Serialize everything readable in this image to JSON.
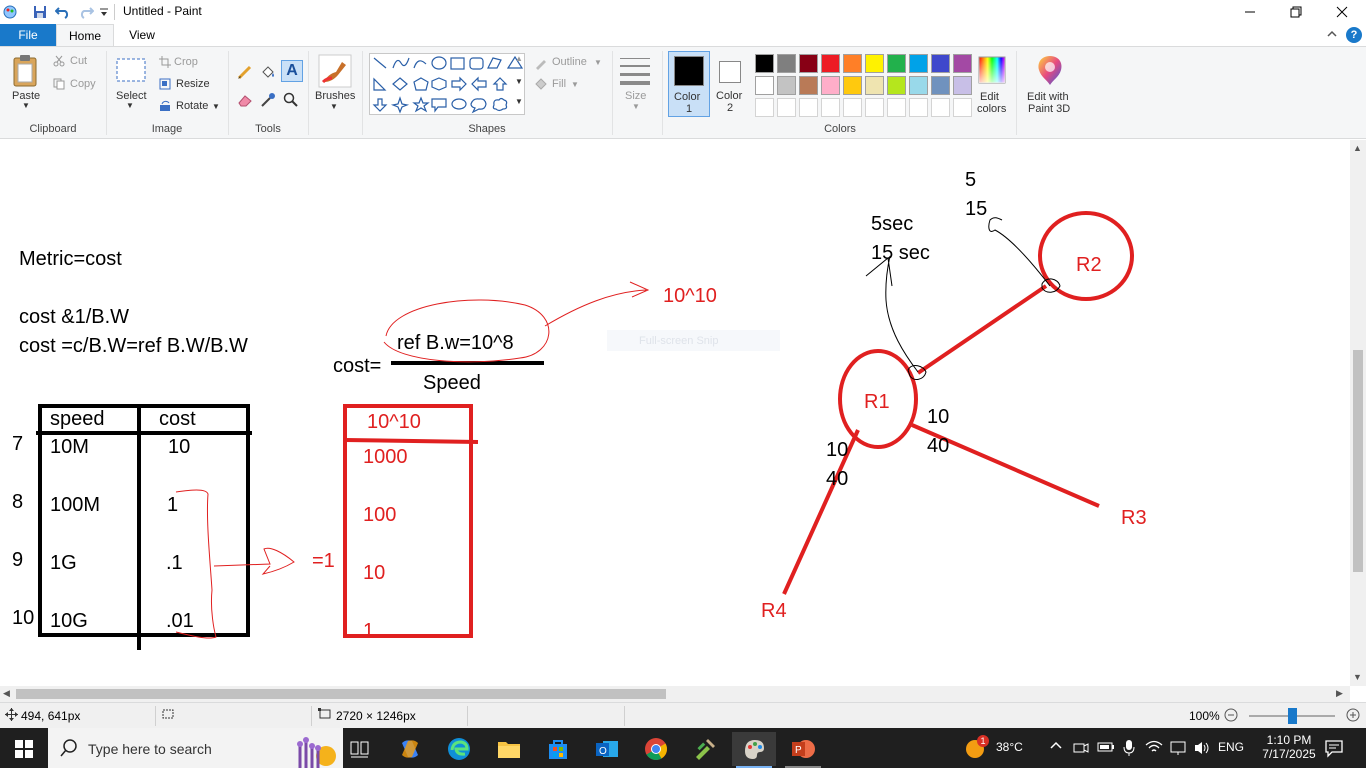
{
  "window": {
    "title": "Untitled - Paint"
  },
  "tabs": {
    "file": "File",
    "home": "Home",
    "view": "View"
  },
  "ribbon": {
    "clipboard": {
      "label": "Clipboard",
      "paste": "Paste",
      "cut": "Cut",
      "copy": "Copy"
    },
    "image": {
      "label": "Image",
      "select": "Select",
      "crop": "Crop",
      "resize": "Resize",
      "rotate": "Rotate"
    },
    "tools": {
      "label": "Tools"
    },
    "brushes": {
      "label": "Brushes"
    },
    "shapes": {
      "label": "Shapes",
      "outline": "Outline",
      "fill": "Fill"
    },
    "size": {
      "label": "Size"
    },
    "color1": {
      "label": "Color",
      "index": "1"
    },
    "color2": {
      "label": "Color",
      "index": "2"
    },
    "colors": {
      "label": "Colors",
      "edit": "Edit",
      "edit2": "colors",
      "palette_row1": [
        "#000000",
        "#7f7f7f",
        "#880015",
        "#ed1c24",
        "#ff7f27",
        "#fff200",
        "#22b14c",
        "#00a2e8",
        "#3f48cc",
        "#a349a4"
      ],
      "palette_row2": [
        "#ffffff",
        "#c3c3c3",
        "#b97a57",
        "#ffaec9",
        "#ffc90e",
        "#efe4b0",
        "#b5e61d",
        "#99d9ea",
        "#7092be",
        "#c8bfe7"
      ]
    },
    "paint3d": {
      "line1": "Edit with",
      "line2": "Paint 3D"
    }
  },
  "canvas": {
    "metric_line": "Metric=cost",
    "cost_prop": "cost &1/B.W",
    "cost_formula": "cost =c/B.W=ref B.W/B.W",
    "cost_eq": "cost=",
    "ref_bw": "ref B.w=10^8",
    "speed": "Speed",
    "pow_label": "10^10",
    "snip_ghost": "Full-screen Snip",
    "table_headers": [
      "speed",
      "cost"
    ],
    "row_numbers": [
      "7",
      "8",
      "9",
      "10"
    ],
    "speeds": [
      "10M",
      "100M",
      "1G",
      "10G"
    ],
    "costs": [
      "10",
      "1",
      ".1",
      ".01"
    ],
    "eq_one": "=1",
    "red_table": [
      "10^10",
      "1000",
      "100",
      "10",
      "1"
    ],
    "timers_a": [
      "5sec",
      "15 sec"
    ],
    "timers_b": [
      "5",
      "15"
    ],
    "routers": [
      "R1",
      "R2",
      "R3",
      "R4"
    ],
    "link_r1_r3": [
      "10",
      "40"
    ],
    "link_r1_r4": [
      "10",
      "40"
    ]
  },
  "status": {
    "cursor_pos": "494, 641px",
    "image_size": "2720 × 1246px",
    "zoom": "100%"
  },
  "taskbar": {
    "search_placeholder": "Type here to search",
    "weather": "38°C",
    "weather_badge": "1",
    "language": "ENG",
    "time": "1:10 PM",
    "date": "7/17/2025"
  }
}
